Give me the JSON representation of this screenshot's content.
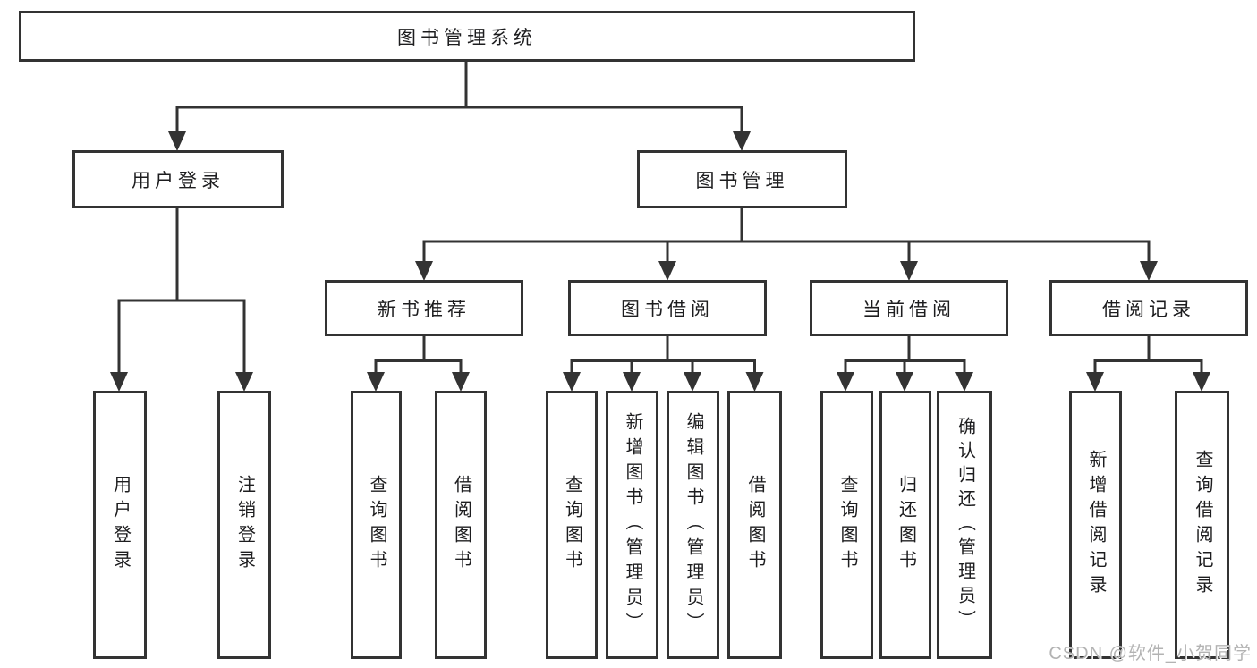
{
  "diagram": {
    "type": "hierarchy-tree",
    "title": "图书管理系统",
    "line_color": "#333333",
    "nodes": {
      "root": "图书管理系统",
      "user_login": "用户登录",
      "book_management": "图书管理",
      "new_book_recommend": "新书推荐",
      "book_borrowing": "图书借阅",
      "current_borrowing": "当前借阅",
      "borrowing_records": "借阅记录",
      "leaf_user_login": "用户登录",
      "leaf_logout": "注销登录",
      "nbr_query_books": "查询图书",
      "nbr_borrow_books": "借阅图书",
      "bb_query_books": "查询图书",
      "bb_add_books": "新增图书（管理员）",
      "bb_edit_books": "编辑图书（管理员）",
      "bb_borrow_books": "借阅图书",
      "cb_query_books": "查询图书",
      "cb_return_books": "归还图书",
      "cb_confirm_return": "确认归还（管理员）",
      "br_add_record": "新增借阅记录",
      "br_query_record": "查询借阅记录"
    },
    "hierarchy": {
      "图书管理系统": {
        "用户登录": [
          "用户登录",
          "注销登录"
        ],
        "图书管理": {
          "新书推荐": [
            "查询图书",
            "借阅图书"
          ],
          "图书借阅": [
            "查询图书",
            "新增图书（管理员）",
            "编辑图书（管理员）",
            "借阅图书"
          ],
          "当前借阅": [
            "查询图书",
            "归还图书",
            "确认归还（管理员）"
          ],
          "借阅记录": [
            "新增借阅记录",
            "查询借阅记录"
          ]
        }
      }
    }
  },
  "watermark": "CSDN @软件_小贺同学"
}
